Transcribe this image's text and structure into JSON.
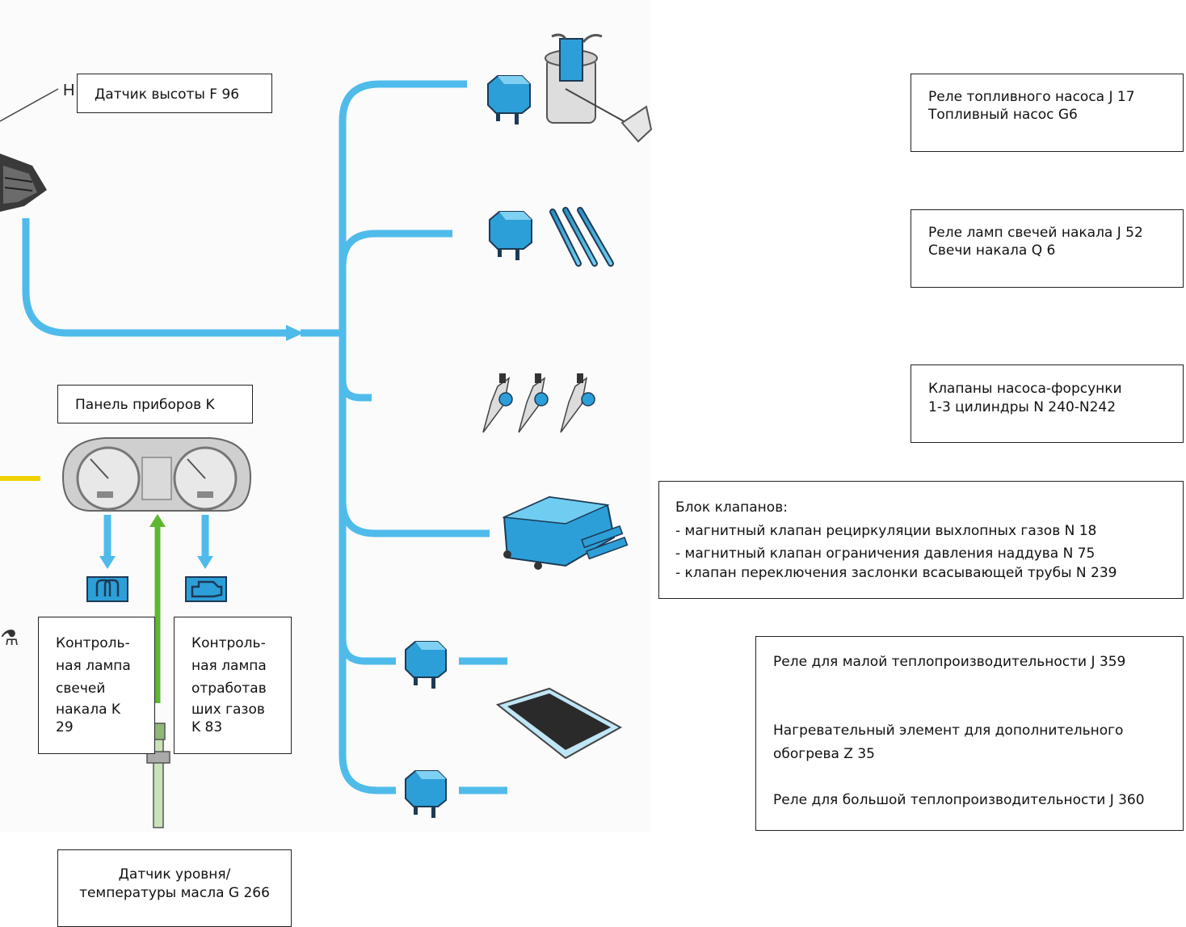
{
  "labels": {
    "height_sensor": "Датчик высоты F 96",
    "fuel_relay_l1": "Реле топливного насоса J 17",
    "fuel_relay_l2": "Топливный насос G6",
    "glow_relay_l1": "Реле ламп свечей накала  J 52",
    "glow_relay_l2": "Свечи накала Q 6",
    "injector_l1": "Клапаны насоса-форсунки",
    "injector_l2": "1-3 цилиндры N 240-N242",
    "valve_block_title": "Блок клапанов:",
    "valve_block_items": [
      "- магнитный клапан рециркуляции выхлопных газов N 18",
      "- магнитный клапан ограничения давления наддува N 75",
      "- клапан переключения заслонки всасывающей трубы N 239"
    ],
    "heater_relay_low": "Реле для малой теплопроизводительности J 359",
    "heater_element_l1": "Нагревательный элемент для дополнительного",
    "heater_element_l2": "обогрева Z 35",
    "heater_relay_high": "Реле для большой теплопроизводительности J 360",
    "instrument_panel": "Панель приборов  K",
    "glow_lamp_lines": [
      "Контроль-",
      "ная лампа",
      "свечей",
      "накала K",
      "29"
    ],
    "exhaust_lamp_lines": [
      "Контроль-",
      "ная лампа",
      "отработав",
      "ших газов",
      "K 83"
    ],
    "oil_sensor_l1": "Датчик уровня/",
    "oil_sensor_l2": "температуры масла G 266",
    "cut_letter": "H"
  },
  "colors": {
    "bus_blue": "#4fbbea",
    "component_blue": "#2d9fd8",
    "signal_green": "#5cb82e",
    "signal_yellow": "#f2d100"
  }
}
